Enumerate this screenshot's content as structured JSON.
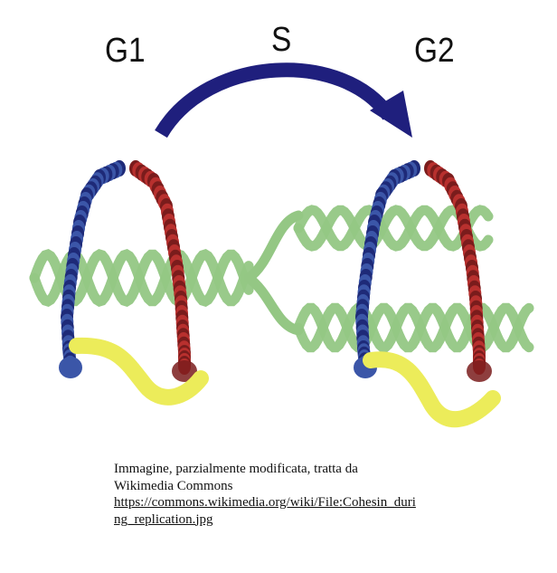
{
  "labels": {
    "phase_left": "G1",
    "phase_middle": "S",
    "phase_right": "G2"
  },
  "caption": {
    "line1": "Immagine, parzialmente modificata, tratta da",
    "line2": "Wikimedia Commons",
    "link_line1": "https://commons.wikimedia.org/wiki/File:Cohesin_duri",
    "link_line2": "ng_replication.jpg"
  },
  "colors": {
    "dna": "#94c784",
    "dna_dark": "#7fb570",
    "cohesin_blue": "#3b56a8",
    "cohesin_blue_dark": "#1e2a78",
    "cohesin_red": "#b8302e",
    "cohesin_red_dark": "#7a1c1c",
    "kleisin_yellow": "#ecec5a",
    "arrow": "#1f1f7d"
  },
  "icons": {
    "progression_arrow": "curved-arrow-right",
    "ring_left": "cohesin-ring",
    "ring_right": "cohesin-ring"
  }
}
